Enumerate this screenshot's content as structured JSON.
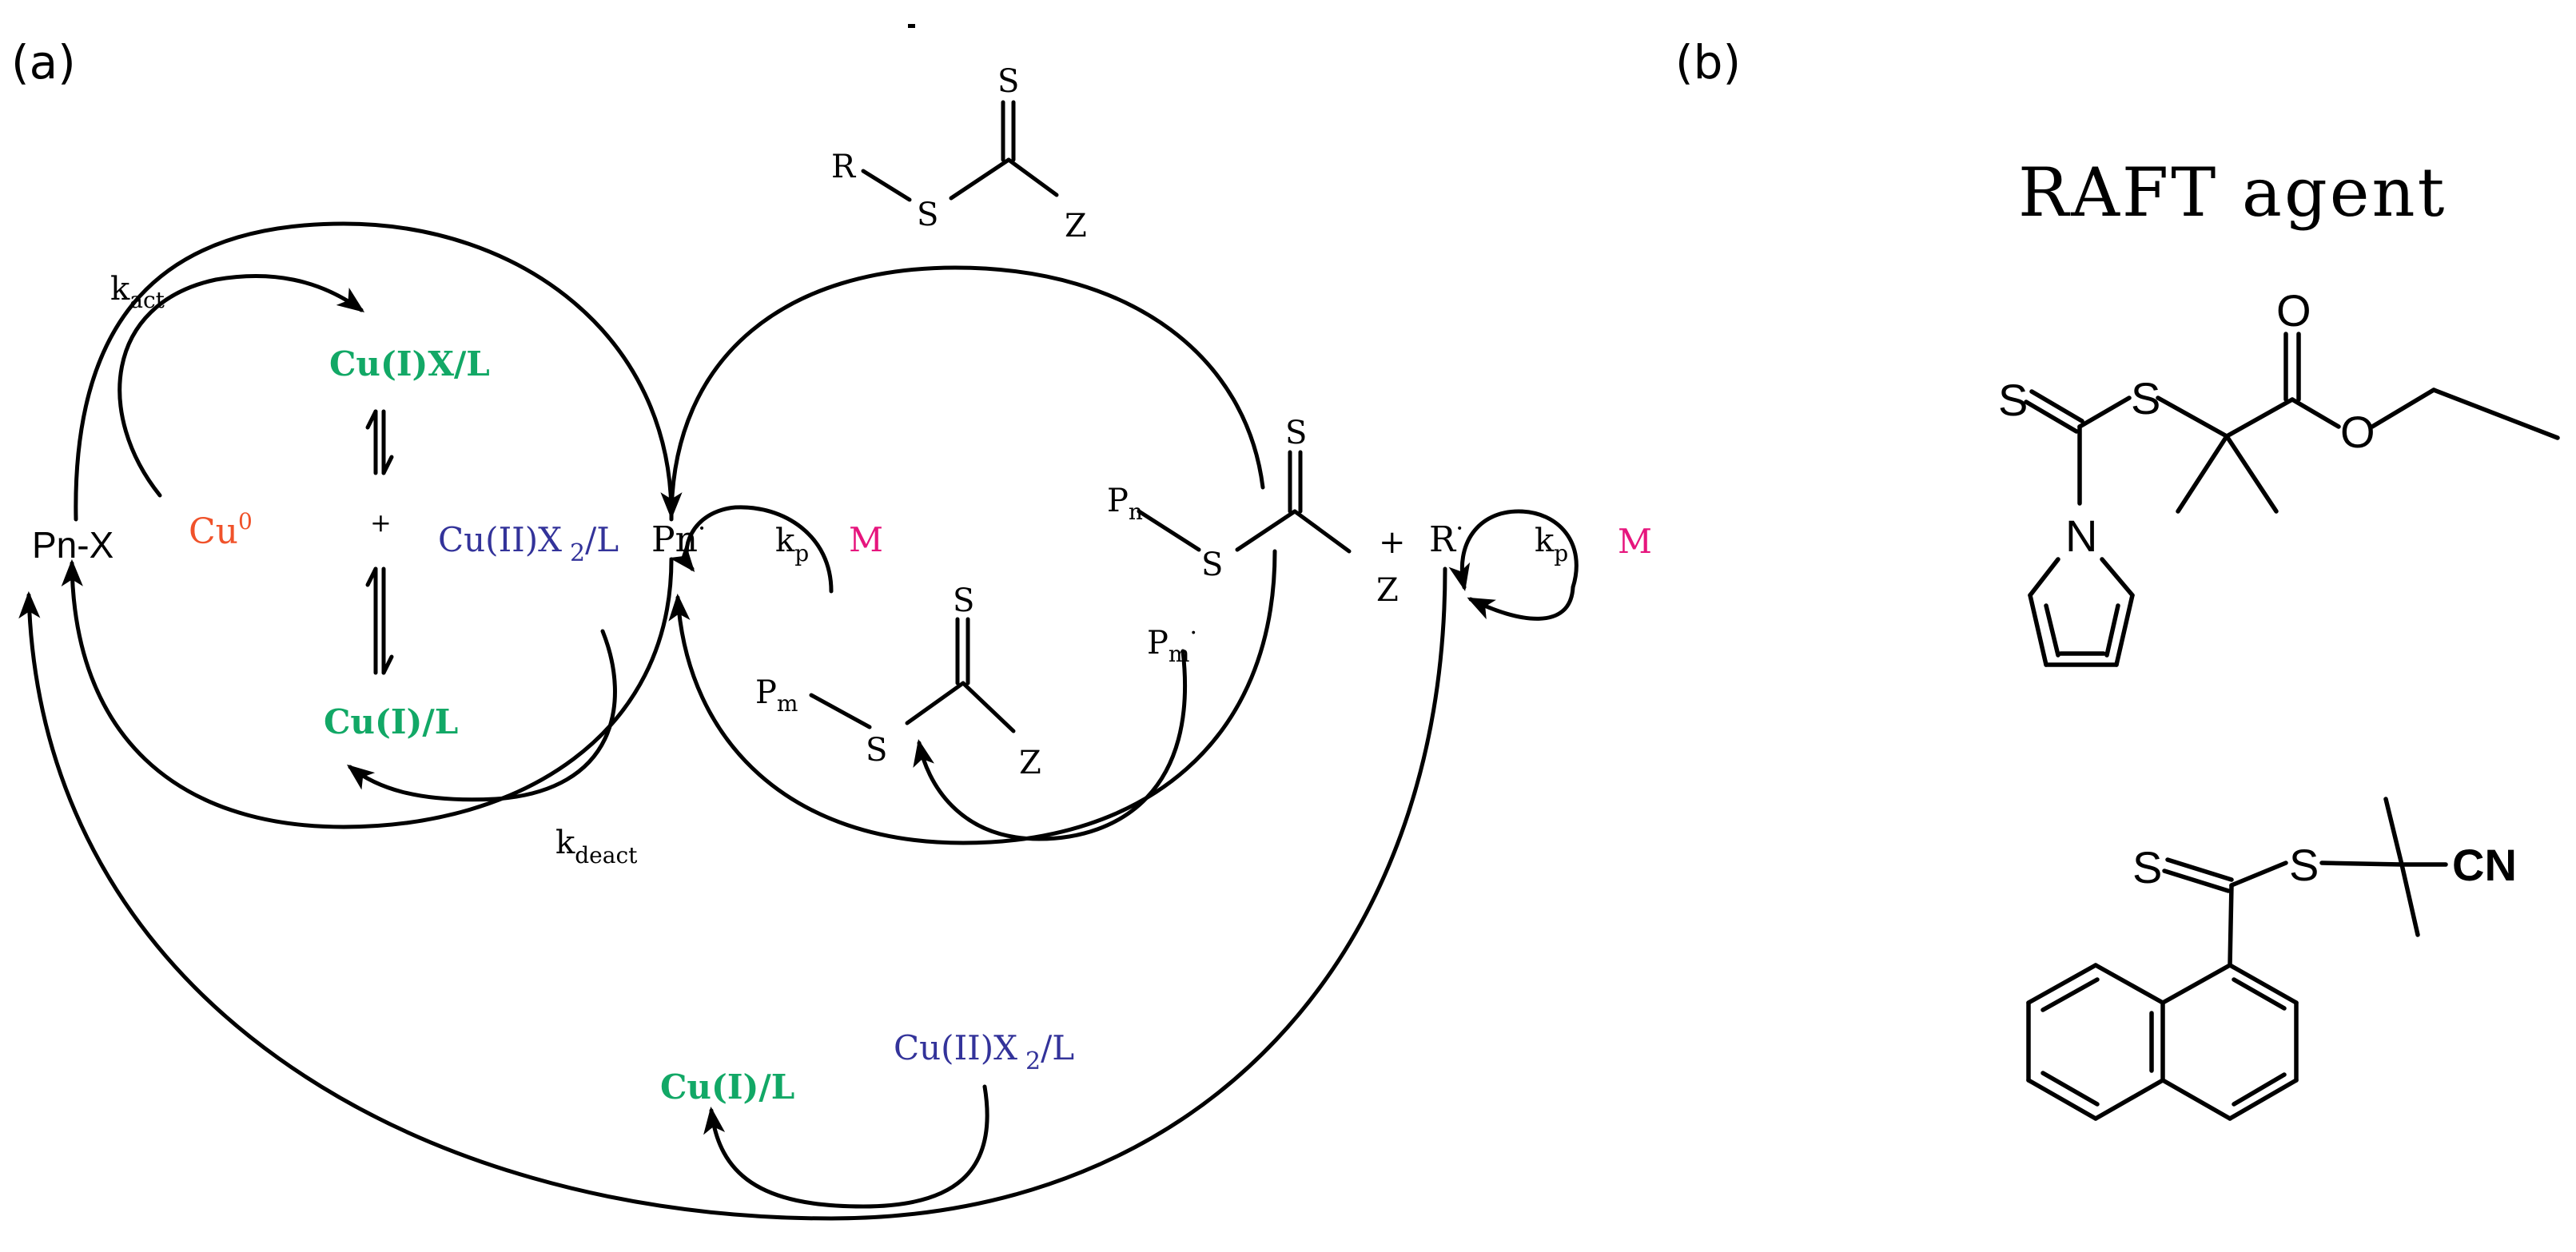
{
  "panels": {
    "a": "(a)",
    "b": "(b)"
  },
  "colors": {
    "green": "#12a866",
    "blue": "#33339a",
    "red": "#f0522a",
    "magenta": "#e6157d",
    "black": "#000000"
  },
  "panel_a": {
    "k_act": {
      "main": "k",
      "sub": "act"
    },
    "k_deact": {
      "main": "k",
      "sub": "deact"
    },
    "k_p_left": {
      "main": "k",
      "sub": "p"
    },
    "k_p_right": {
      "main": "k",
      "sub": "p"
    },
    "cu_ix_l": "Cu(I)X/L",
    "cu_i_l_upper": "Cu(I)/L",
    "cu_i_l_lower": "Cu(I)/L",
    "cu_ii_x2_l_upper": {
      "a": "Cu(II)X",
      "b": "2",
      "c": "/L"
    },
    "cu_ii_x2_l_lower": {
      "a": "Cu(II)X",
      "b": "2",
      "c": "/L"
    },
    "cu0": {
      "main": "Cu",
      "sup": "0"
    },
    "pn_x": "Pn-X",
    "pn_radical": {
      "main": "Pn",
      "sup": "·"
    },
    "monomer_left": "M",
    "monomer_right": "M",
    "plus_center": "+",
    "plus_right": "+",
    "r_radical": {
      "main": "R",
      "sup": "·"
    },
    "raft_top": {
      "s_thione": "S",
      "r": "R",
      "s": "S",
      "z": "Z"
    },
    "raft_pn": {
      "p": "P",
      "sub": "n",
      "s": "S",
      "s_thione": "S",
      "z": "Z"
    },
    "raft_pm": {
      "p": "P",
      "sub": "m",
      "s": "S",
      "s_thione": "S",
      "z": "Z"
    },
    "pm_radical": {
      "p": "P",
      "sub": "m",
      "sup": "·"
    }
  },
  "panel_b": {
    "title": "RAFT agent",
    "molecule_1": {
      "s_thione": "S",
      "s_thio": "S",
      "o_carbonyl": "O",
      "o_ester": "O",
      "n": "N"
    },
    "molecule_2": {
      "s_thione": "S",
      "s_thio": "S",
      "cn": "CN"
    }
  }
}
